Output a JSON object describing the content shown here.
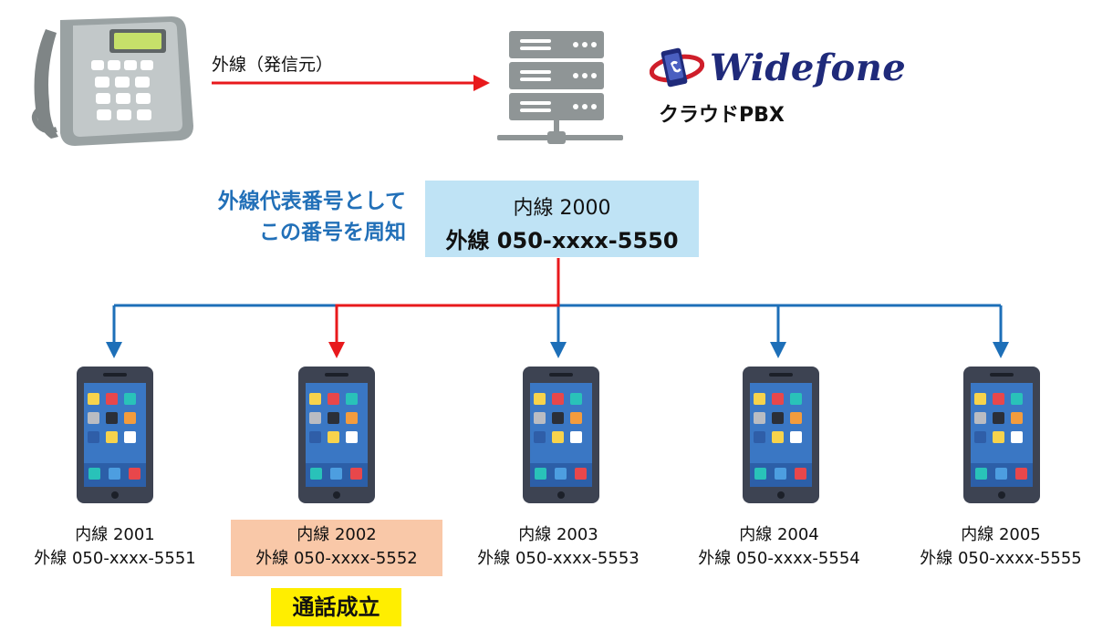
{
  "top_link_label": "外線（発信元）",
  "brand": {
    "name": "Widefone",
    "subtitle": "クラウドPBX"
  },
  "announce_note": {
    "line1": "外線代表番号として",
    "line2": "この番号を周知"
  },
  "main_number": {
    "internal": "内線 2000",
    "external": "外線 050-xxxx-5550"
  },
  "extensions": [
    {
      "internal": "内線 2001",
      "external": "外線 050-xxxx-5551",
      "connected": false
    },
    {
      "internal": "内線 2002",
      "external": "外線 050-xxxx-5552",
      "connected": true
    },
    {
      "internal": "内線 2003",
      "external": "外線 050-xxxx-5553",
      "connected": false
    },
    {
      "internal": "内線 2004",
      "external": "外線 050-xxxx-5554",
      "connected": false
    },
    {
      "internal": "内線 2005",
      "external": "外線 050-xxxx-5555",
      "connected": false
    }
  ],
  "call_status_badge": "通話成立",
  "colors": {
    "active_line": "#e8191c",
    "branch_line": "#1d6fb8",
    "box_fill": "#bfe3f5",
    "highlight_fill": "#f9c8a8",
    "badge_fill": "#ffee00",
    "note_text": "#2270b8"
  },
  "icons": {
    "caller": "desk-phone-icon",
    "server": "server-rack-icon",
    "logo": "widefone-logo-icon",
    "endpoint": "smartphone-icon"
  }
}
